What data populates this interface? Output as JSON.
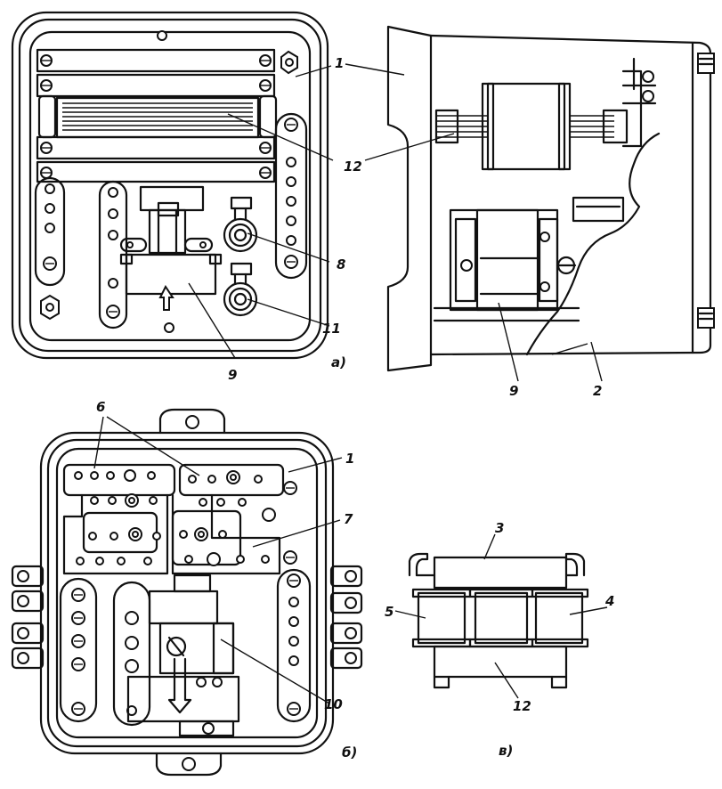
{
  "labels": {
    "a_1": "1",
    "a_12": "12",
    "a_8": "8",
    "a_11": "11",
    "a_9": "9",
    "a_panel": "а)",
    "side_9": "9",
    "side_2": "2",
    "b_6": "6",
    "b_1": "1",
    "b_7": "7",
    "b_10": "10",
    "b_panel": "б)",
    "c_3": "3",
    "c_5": "5",
    "c_4": "4",
    "c_12": "12",
    "c_panel": "в)"
  }
}
